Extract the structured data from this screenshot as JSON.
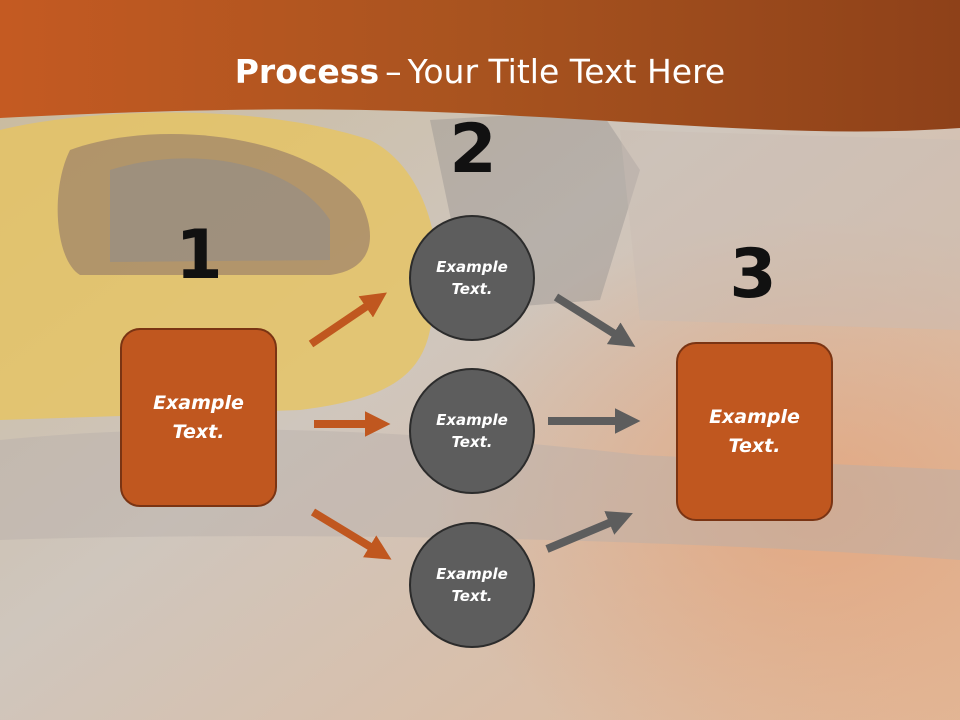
{
  "title": {
    "bold": "Process",
    "dash": "–",
    "rest": "Your Title Text Here"
  },
  "steps": [
    "1",
    "2",
    "3"
  ],
  "left_box": {
    "line1": "Example",
    "line2": "Text."
  },
  "circles": [
    {
      "line1": "Example",
      "line2": "Text."
    },
    {
      "line1": "Example",
      "line2": "Text."
    },
    {
      "line1": "Example",
      "line2": "Text."
    }
  ],
  "right_box": {
    "line1": "Example",
    "line2": "Text."
  },
  "colors": {
    "orange": "#c0571f",
    "gray": "#5d5d5d",
    "banner": "#b35a22"
  }
}
